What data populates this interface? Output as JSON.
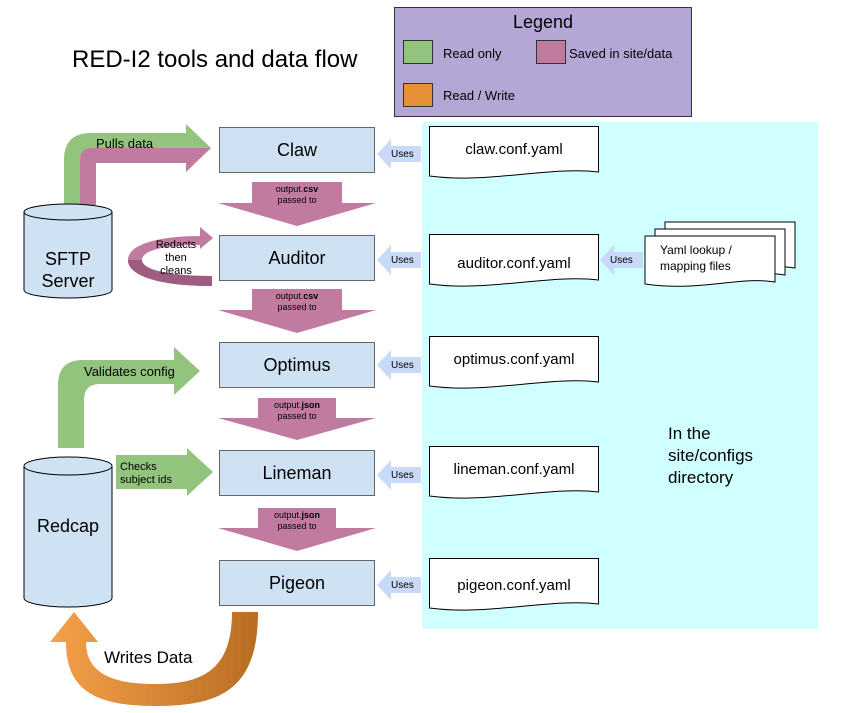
{
  "title": "RED-I2 tools and data flow",
  "legend": {
    "title": "Legend",
    "items": [
      {
        "label": "Read only",
        "color": "#93c47d"
      },
      {
        "label": "Saved in site/data",
        "color": "#c27ba0"
      },
      {
        "label": "Read / Write",
        "color": "#e69138"
      }
    ]
  },
  "colors": {
    "tool_fill": "#cfe2f3",
    "configs_background": "#d0ffff",
    "uses_arrow": "#c9daf8"
  },
  "tools": [
    {
      "name": "Claw",
      "config": "claw.conf.yaml",
      "uses": "Uses"
    },
    {
      "name": "Auditor",
      "config": "auditor.conf.yaml",
      "uses": "Uses"
    },
    {
      "name": "Optimus",
      "config": "optimus.conf.yaml",
      "uses": "Uses"
    },
    {
      "name": "Lineman",
      "config": "lineman.conf.yaml",
      "uses": "Uses"
    },
    {
      "name": "Pigeon",
      "config": "pigeon.conf.yaml",
      "uses": "Uses"
    }
  ],
  "handoffs": [
    {
      "prefix": "output.",
      "ext": "csv",
      "suffix": "passed to"
    },
    {
      "prefix": "output.",
      "ext": "csv",
      "suffix": "passed to"
    },
    {
      "prefix": "output.",
      "ext": "json",
      "suffix": "passed to"
    },
    {
      "prefix": "output.",
      "ext": "json",
      "suffix": "passed to"
    }
  ],
  "sftp": {
    "line1": "SFTP",
    "line2": "Server",
    "arrow_label": "Pulls data"
  },
  "auditor_loop": {
    "line1": "Redacts",
    "line2": "then",
    "line3": "cleans"
  },
  "redcap": {
    "label": "Redcap",
    "validates_label": "Validates config",
    "checks_line1": "Checks",
    "checks_line2": "subject ids",
    "writes_label": "Writes Data"
  },
  "lookup": {
    "line1": "Yaml lookup /",
    "line2": "mapping files",
    "uses": "Uses"
  },
  "configs_note": {
    "line1": "In the",
    "line2": "site/configs",
    "line3": "directory"
  }
}
